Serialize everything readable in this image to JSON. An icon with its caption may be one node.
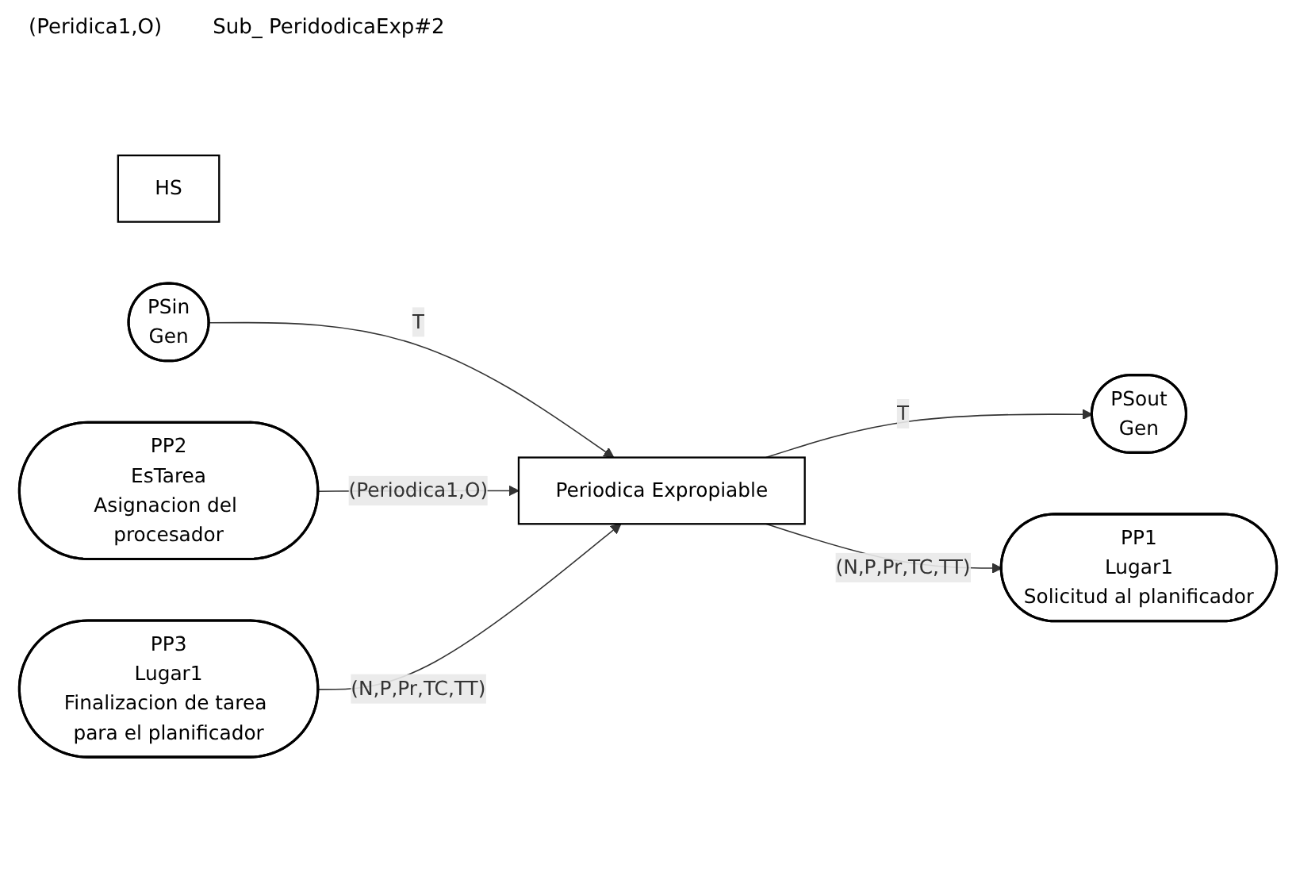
{
  "diagram": {
    "nodes": [
      {
        "text": [
          "Periodica Expropiable"
        ]
      },
      {
        "text": [
          "HS"
        ]
      },
      {
        "text": [
          "PSout",
          "Gen"
        ]
      },
      {
        "text": [
          "PSin",
          "Gen"
        ]
      },
      {
        "text": [
          "PP1",
          "Lugar1",
          "Solicitud al planificador"
        ]
      },
      {
        "text": [
          "PP2",
          "EsTarea",
          "Asignacion del procesador"
        ]
      },
      {
        "text": [
          "PP3",
          "Lugar1",
          "Finalizacion de tarea para el planificador"
        ]
      }
    ],
    "edges": [
      {
        "from": 0,
        "to": 2,
        "arrow": "to",
        "label": "T"
      },
      {
        "from": 3,
        "to": 0,
        "arrow": "to",
        "label": "T"
      },
      {
        "from": 0,
        "to": 4,
        "arrow": "to",
        "label": "(N,P,Pr,TC,TT)"
      },
      {
        "from": 5,
        "to": 0,
        "arrow": "to",
        "label": "(Periodica1,O)"
      },
      {
        "from": 6,
        "to": 0,
        "arrow": "to",
        "label": "(N,P,Pr,TC,TT)"
      }
    ],
    "labels": [
      "(Peridica1,O)",
      "Sub_ PeridodicaExp#2"
    ]
  }
}
